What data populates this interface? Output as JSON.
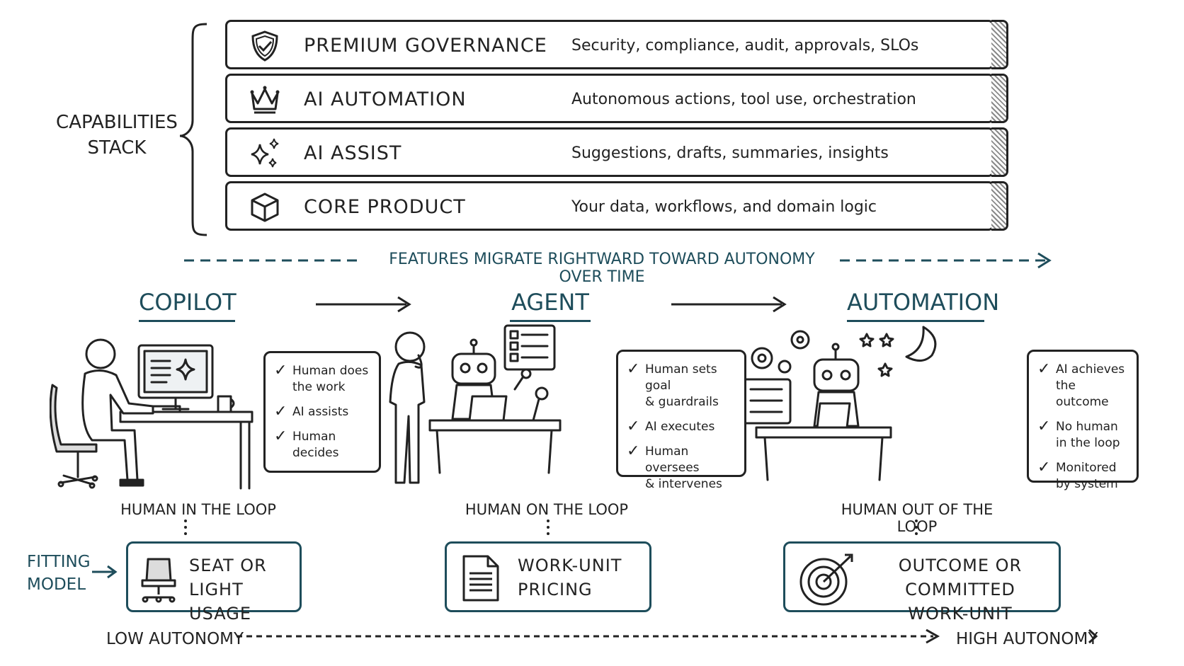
{
  "stack": {
    "label_line1": "CAPABILITIES",
    "label_line2": "STACK",
    "layers": [
      {
        "name": "PREMIUM GOVERNANCE",
        "desc": "Security, compliance, audit, approvals, SLOs",
        "icon": "shield-check-icon"
      },
      {
        "name": "AI AUTOMATION",
        "desc": "Autonomous actions, tool use, orchestration",
        "icon": "crown-icon"
      },
      {
        "name": "AI ASSIST",
        "desc": "Suggestions, drafts, summaries, insights",
        "icon": "sparkles-icon"
      },
      {
        "name": "CORE PRODUCT",
        "desc": "Your data, workflows, and domain logic",
        "icon": "cube-icon"
      }
    ]
  },
  "migration_label": "FEATURES MIGRATE RIGHTWARD TOWARD AUTONOMY OVER TIME",
  "stages": [
    {
      "title": "COPILOT",
      "loop_label": "HUMAN IN THE LOOP",
      "checks": [
        [
          "Human does",
          "the work"
        ],
        [
          "AI assists"
        ],
        [
          "Human decides"
        ]
      ],
      "model_line1": "SEAT OR",
      "model_line2": "LIGHT USAGE",
      "model_icon": "office-chair-icon"
    },
    {
      "title": "AGENT",
      "loop_label": "HUMAN ON THE LOOP",
      "checks": [
        [
          "Human sets goal",
          "& guardrails"
        ],
        [
          "AI executes"
        ],
        [
          "Human oversees",
          "& intervenes"
        ]
      ],
      "model_line1": "WORK-UNIT",
      "model_line2": "PRICING",
      "model_icon": "document-icon"
    },
    {
      "title": "AUTOMATION",
      "loop_label": "HUMAN OUT OF THE LOOP",
      "checks": [
        [
          "AI achieves",
          "the outcome"
        ],
        [
          "No human",
          "in the loop"
        ],
        [
          "Monitored",
          "by system"
        ]
      ],
      "model_line1": "OUTCOME OR",
      "model_line2": "COMMITTED WORK-UNIT",
      "model_icon": "target-arrow-icon"
    }
  ],
  "fitting_model": {
    "line1": "FITTING",
    "line2": "MODEL"
  },
  "autonomy_axis": {
    "low": "LOW AUTONOMY",
    "high": "HIGH AUTONOMY"
  },
  "colors": {
    "ink": "#222222",
    "accent": "#1e4d5b"
  }
}
